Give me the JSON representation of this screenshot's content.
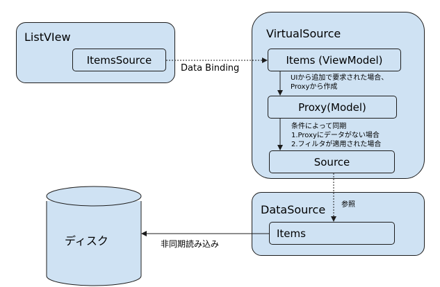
{
  "listview": {
    "title": "ListVIew",
    "items_source": "ItemsSource"
  },
  "virtual_source": {
    "title": "VirtualSource",
    "items": "Items (ViewModel)",
    "proxy": "Proxy(Model)",
    "source": "Source"
  },
  "data_source": {
    "title": "DataSource",
    "items": "Items"
  },
  "disk": {
    "label": "ディスク"
  },
  "connectors": {
    "data_binding": "Data Binding",
    "items_to_proxy_line1": "UIから追加で要求された場合、",
    "items_to_proxy_line2": "Proxyから作成",
    "proxy_to_source_line1": "条件によって同期",
    "proxy_to_source_line2": "1.Proxyにデータがない場合",
    "proxy_to_source_line3": "2.フィルタが適用された場合",
    "reference": "参照",
    "async_read": "非同期読み込み"
  },
  "colors": {
    "fill": "#cfe2f3",
    "stroke": "#1c1c1c"
  }
}
